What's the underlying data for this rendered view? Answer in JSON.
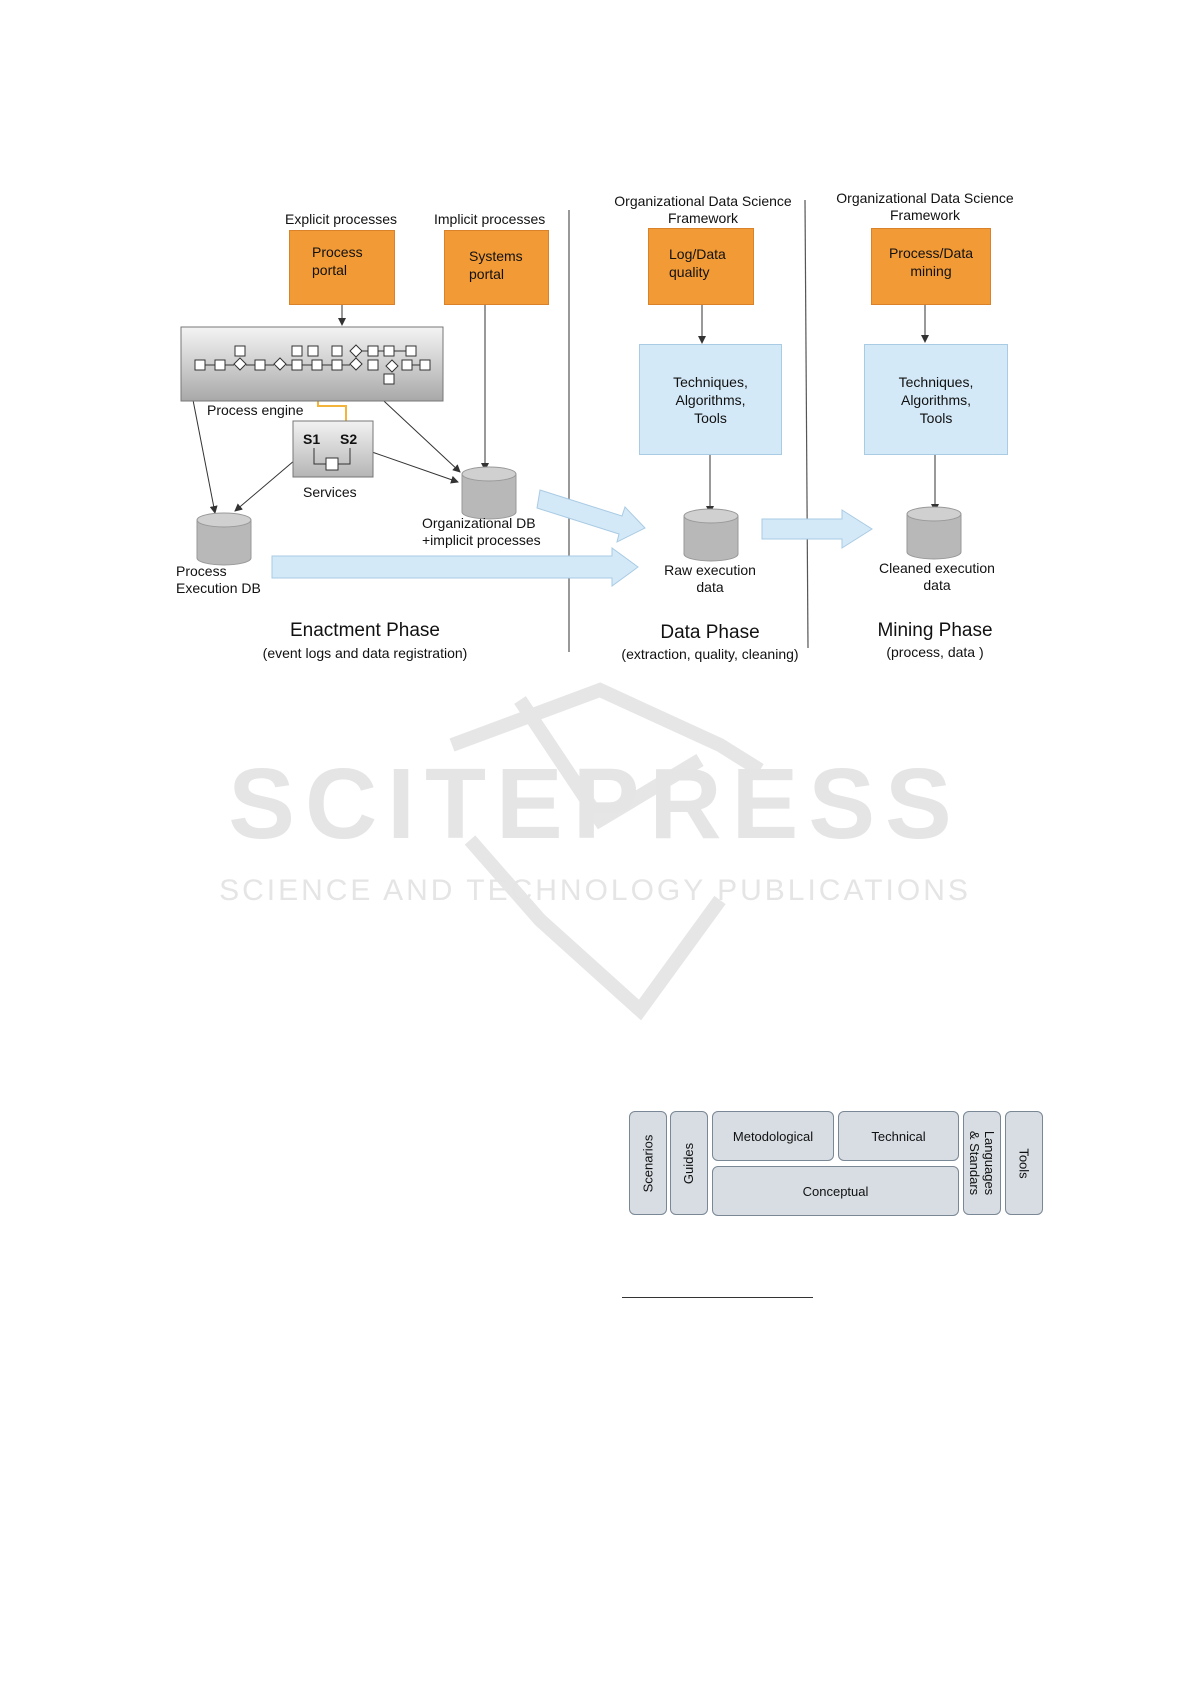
{
  "diagram": {
    "explicit_processes_label": "Explicit processes",
    "implicit_processes_label": "Implicit processes",
    "process_portal": [
      "Process",
      "portal"
    ],
    "systems_portal": [
      "Systems",
      "portal"
    ],
    "process_engine_label": "Process engine",
    "s1_label": "S1",
    "s2_label": "S2",
    "services_label": "Services",
    "process_execution_db": [
      "Process",
      "Execution DB"
    ],
    "organizational_db": [
      "Organizational DB",
      "+implicit processes"
    ],
    "framework_label_data": [
      "Organizational Data Science",
      "Framework"
    ],
    "framework_label_mining": [
      "Organizational Data Science",
      "Framework"
    ],
    "log_data_quality": [
      "Log/Data",
      "quality"
    ],
    "process_data_mining": [
      "Process/Data",
      "mining"
    ],
    "techniques_data": [
      "Techniques,",
      "Algorithms,",
      "Tools"
    ],
    "techniques_mining": [
      "Techniques,",
      "Algorithms,",
      "Tools"
    ],
    "raw_execution_data": [
      "Raw execution",
      "data"
    ],
    "cleaned_execution_data": [
      "Cleaned execution",
      "data"
    ],
    "enactment_phase_title": "Enactment Phase",
    "enactment_phase_sub": "(event logs and data registration)",
    "data_phase_title": "Data Phase",
    "data_phase_sub": "(extraction, quality, cleaning)",
    "mining_phase_title": "Mining Phase",
    "mining_phase_sub": "(process, data )"
  },
  "watermark": {
    "title": "SCITEPRESS",
    "subtitle": "SCIENCE AND TECHNOLOGY PUBLICATIONS"
  },
  "components": {
    "scenarios": "Scenarios",
    "guides": "Guides",
    "metodological": "Metodological",
    "technical": "Technical",
    "conceptual": "Conceptual",
    "languages": [
      "Languages",
      "& Standars"
    ],
    "tools": "Tools"
  },
  "colors": {
    "orange": "#f19a36",
    "light_blue": "#d4e9f7",
    "component_gray": "#d7dde3"
  }
}
